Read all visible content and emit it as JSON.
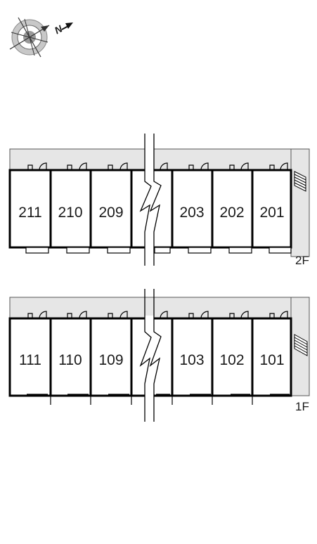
{
  "compass": {
    "icon": "compass-rose-icon",
    "north_label": "N"
  },
  "floors": [
    {
      "label": "2F",
      "rooms_left": [
        "211",
        "210",
        "209"
      ],
      "rooms_right": [
        "203",
        "202",
        "201"
      ]
    },
    {
      "label": "1F",
      "rooms_left": [
        "111",
        "110",
        "109"
      ],
      "rooms_right": [
        "103",
        "102",
        "101"
      ]
    }
  ],
  "colors": {
    "corridor": "#e6e6e6",
    "wall": "#000000",
    "outline": "#555555",
    "room": "#ffffff"
  },
  "icons": [
    "door-icon",
    "balcony-icon",
    "stairs-icon",
    "break-line-icon"
  ]
}
